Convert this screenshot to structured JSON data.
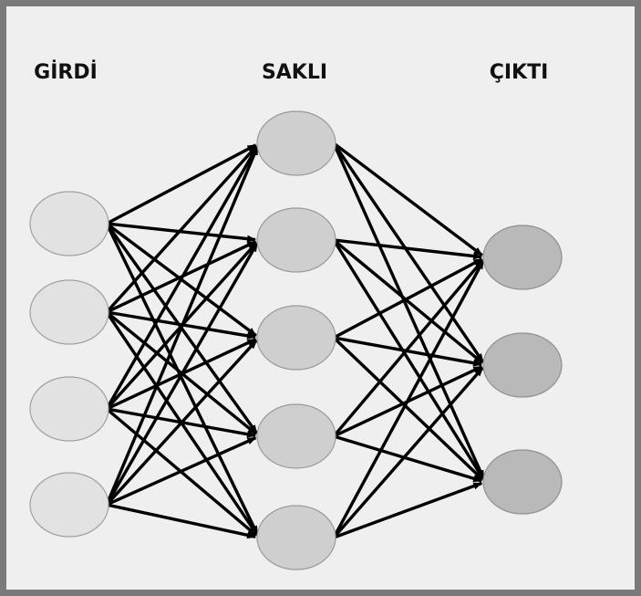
{
  "labels": {
    "input": "GİRDİ",
    "hidden": "SAKLI",
    "output": "ÇIKTI"
  },
  "layers": [
    {
      "key": "input",
      "nodes": 4,
      "fill": "#e2e2e2",
      "stroke": "#a0a0a0"
    },
    {
      "key": "hidden",
      "nodes": 5,
      "fill": "#cfcfcf",
      "stroke": "#9a9a9a"
    },
    {
      "key": "output",
      "nodes": 3,
      "fill": "#b9b9b9",
      "stroke": "#909090"
    }
  ],
  "edge_color": "#000000",
  "frame_color": "#7a7a7a",
  "background_color": "#efefef"
}
